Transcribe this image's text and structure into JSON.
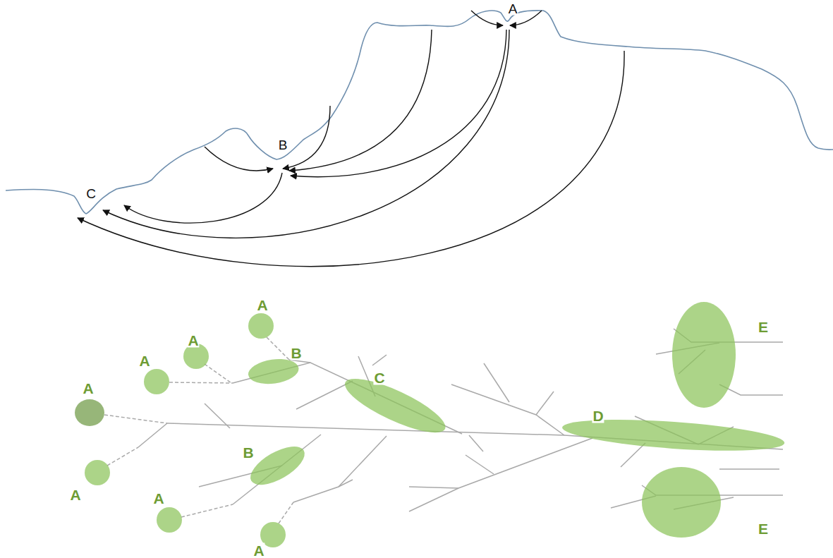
{
  "diagram": {
    "nodes": [
      {
        "text": [
          "A"
        ]
      },
      {
        "text": [
          "A"
        ]
      },
      {
        "text": [
          "A"
        ]
      },
      {
        "text": [
          "B"
        ]
      },
      {
        "text": [
          "E"
        ]
      },
      {
        "text": [
          "C"
        ]
      },
      {
        "text": [
          "A"
        ]
      },
      {
        "text": [
          "D"
        ]
      },
      {
        "text": [
          "B"
        ]
      },
      {
        "text": [
          "A"
        ]
      },
      {
        "text": [
          "E"
        ]
      },
      {
        "text": [
          "A"
        ]
      },
      {
        "text": [
          "A"
        ]
      }
    ],
    "labels": [
      "A",
      "B",
      "C"
    ]
  }
}
